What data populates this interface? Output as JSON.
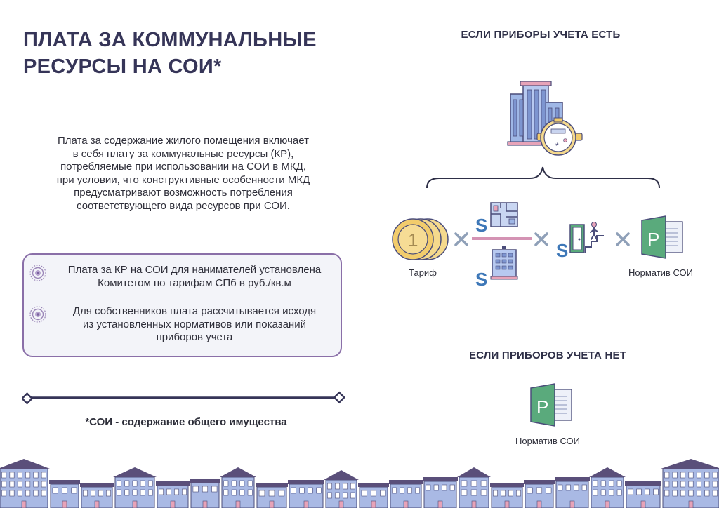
{
  "title": {
    "line1": "ПЛАТА ЗА КОММУНАЛЬНЫЕ",
    "line2": "РЕСУРСЫ НА СОИ*"
  },
  "intro": {
    "lines": [
      "Плата за содержание жилого помещения включает",
      "в себя плату за коммунальные ресурсы (КР),",
      "потребляемые при использовании на СОИ в МКД,",
      "при условии, что конструктивные особенности МКД",
      "предусматривают возможность потребления",
      "соответствующего вида ресурсов при СОИ."
    ]
  },
  "infobox": {
    "items": [
      {
        "lines": [
          "Плата за КР на СОИ для нанимателей установлена",
          "Комитетом по тарифам СПб в руб./кв.м"
        ]
      },
      {
        "lines": [
          "Для собственников плата рассчитывается исходя",
          "из установленных  нормативов или показаний",
          "приборов учета"
        ]
      }
    ]
  },
  "footnote": "*СОИ - содержание общего имущества",
  "right": {
    "meters_yes_header": "ЕСЛИ ПРИБОРЫ УЧЕТА ЕСТЬ",
    "meters_no_header": "ЕСЛИ ПРИБОРОВ УЧЕТА НЕТ",
    "tariff_label": "Тариф",
    "norm_label_1": "Норматив СОИ",
    "norm_label_2": "Норматив СОИ",
    "s_symbol": "S",
    "doc_letter": "P",
    "coin_digit": "1"
  },
  "icons": [
    "building-meter-icon",
    "coins-icon",
    "floor-plan-icon",
    "building-icon",
    "exit-stairs-icon",
    "document-icon",
    "multiply-icon",
    "target-bullet-icon",
    "houses-border"
  ],
  "colors": {
    "title": "#363558",
    "box_border": "#8a6fa8",
    "box_bg": "#f3f4f9",
    "accent_blue": "#3e78b8",
    "coin": "#f2cc6c",
    "doc_green": "#5aaa7c"
  }
}
